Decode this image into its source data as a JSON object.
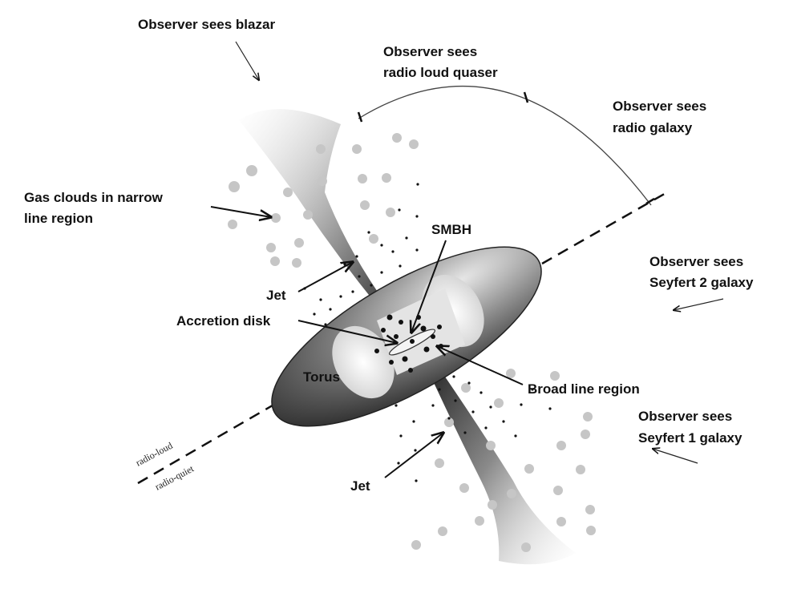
{
  "labels": {
    "blazar": "Observer sees blazar",
    "quasar_line1": "Observer sees",
    "quasar_line2": "radio loud quaser",
    "radio_galaxy_line1": "Observer sees",
    "radio_galaxy_line2": "radio galaxy",
    "gas_clouds_line1": "Gas clouds in narrow",
    "gas_clouds_line2": "line region",
    "smbh": "SMBH",
    "jet_upper": "Jet",
    "accretion_disk": "Accretion disk",
    "torus": "Torus",
    "broad_line_region": "Broad line region",
    "seyfert2_line1": "Observer sees",
    "seyfert2_line2": "Seyfert 2 galaxy",
    "seyfert1_line1": "Observer sees",
    "seyfert1_line2": "Seyfert 1 galaxy",
    "jet_lower": "Jet",
    "radio_loud": "radio-loud",
    "radio_quiet": "radio-quiet"
  },
  "colors": {
    "ink": "#111111",
    "cloud": "#c8c8c8",
    "torus_dark": "#2a2a2a",
    "torus_light": "#d8d8d8"
  }
}
